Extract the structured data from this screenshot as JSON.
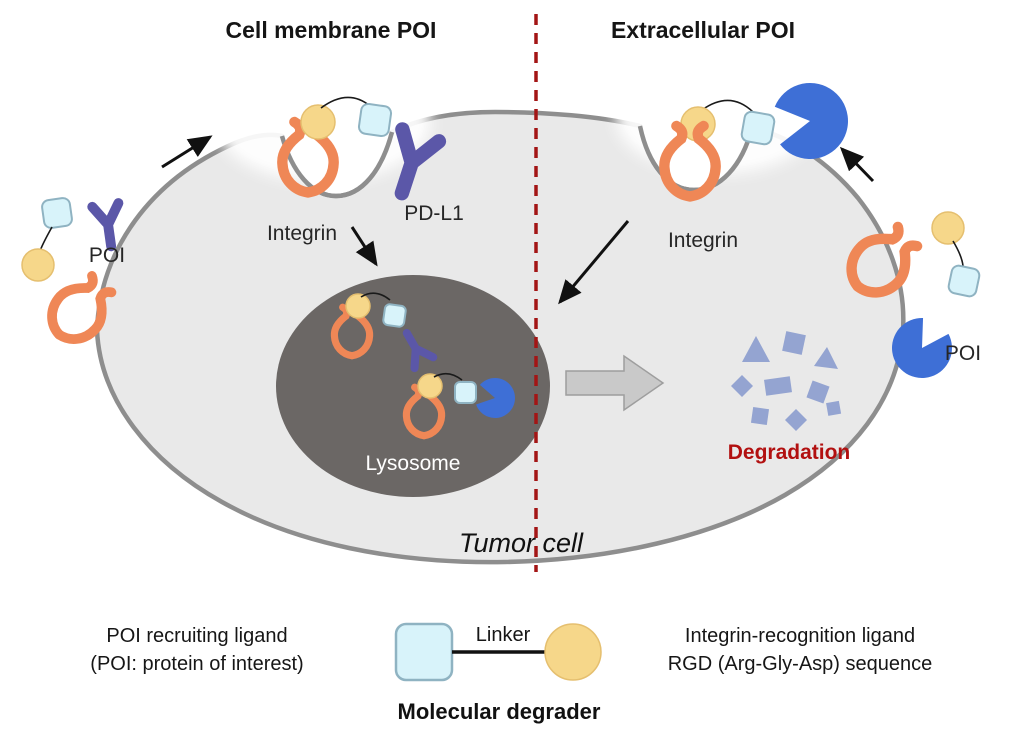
{
  "headers": {
    "left": "Cell membrane POI",
    "right": "Extracellular POI"
  },
  "cell": {
    "name_label": "Tumor cell",
    "lysosome_label": "Lysosome",
    "integrin_left_label": "Integrin",
    "integrin_right_label": "Integrin",
    "pdl1_label": "PD-L1",
    "poi_left_label": "POI",
    "poi_right_label": "POI",
    "degradation_label": "Degradation"
  },
  "legend": {
    "poi_ligand_line1": "POI recruiting ligand",
    "poi_ligand_line2": "(POI: protein of interest)",
    "linker_label": "Linker",
    "integrin_ligand_line1": "Integrin-recognition ligand",
    "integrin_ligand_line2": "RGD (Arg-Gly-Asp) sequence",
    "title": "Molecular degrader"
  },
  "colors": {
    "divider": "#a31515",
    "degradation_text": "#b21010",
    "integrin_orange": "#ef8756",
    "rgd_ball_yellow": "#f6d78a",
    "linker_square_blue": "#d8f3fa",
    "poi_purple": "#5b57a8",
    "poi_blue": "#3e6fd6",
    "lysosome_gray": "#6b6765",
    "cell_fill": "#e9e9e9",
    "cell_stroke": "#8e8e8e",
    "fragment_blue": "#94a4d1"
  },
  "shapes": {
    "integrin": "orange-claw-receptor",
    "rgd_ligand": "yellow-circle",
    "linker": "light-blue-rounded-square",
    "poi_membrane": "purple-antibody-y",
    "poi_extracellular": "blue-pacman-protein"
  }
}
